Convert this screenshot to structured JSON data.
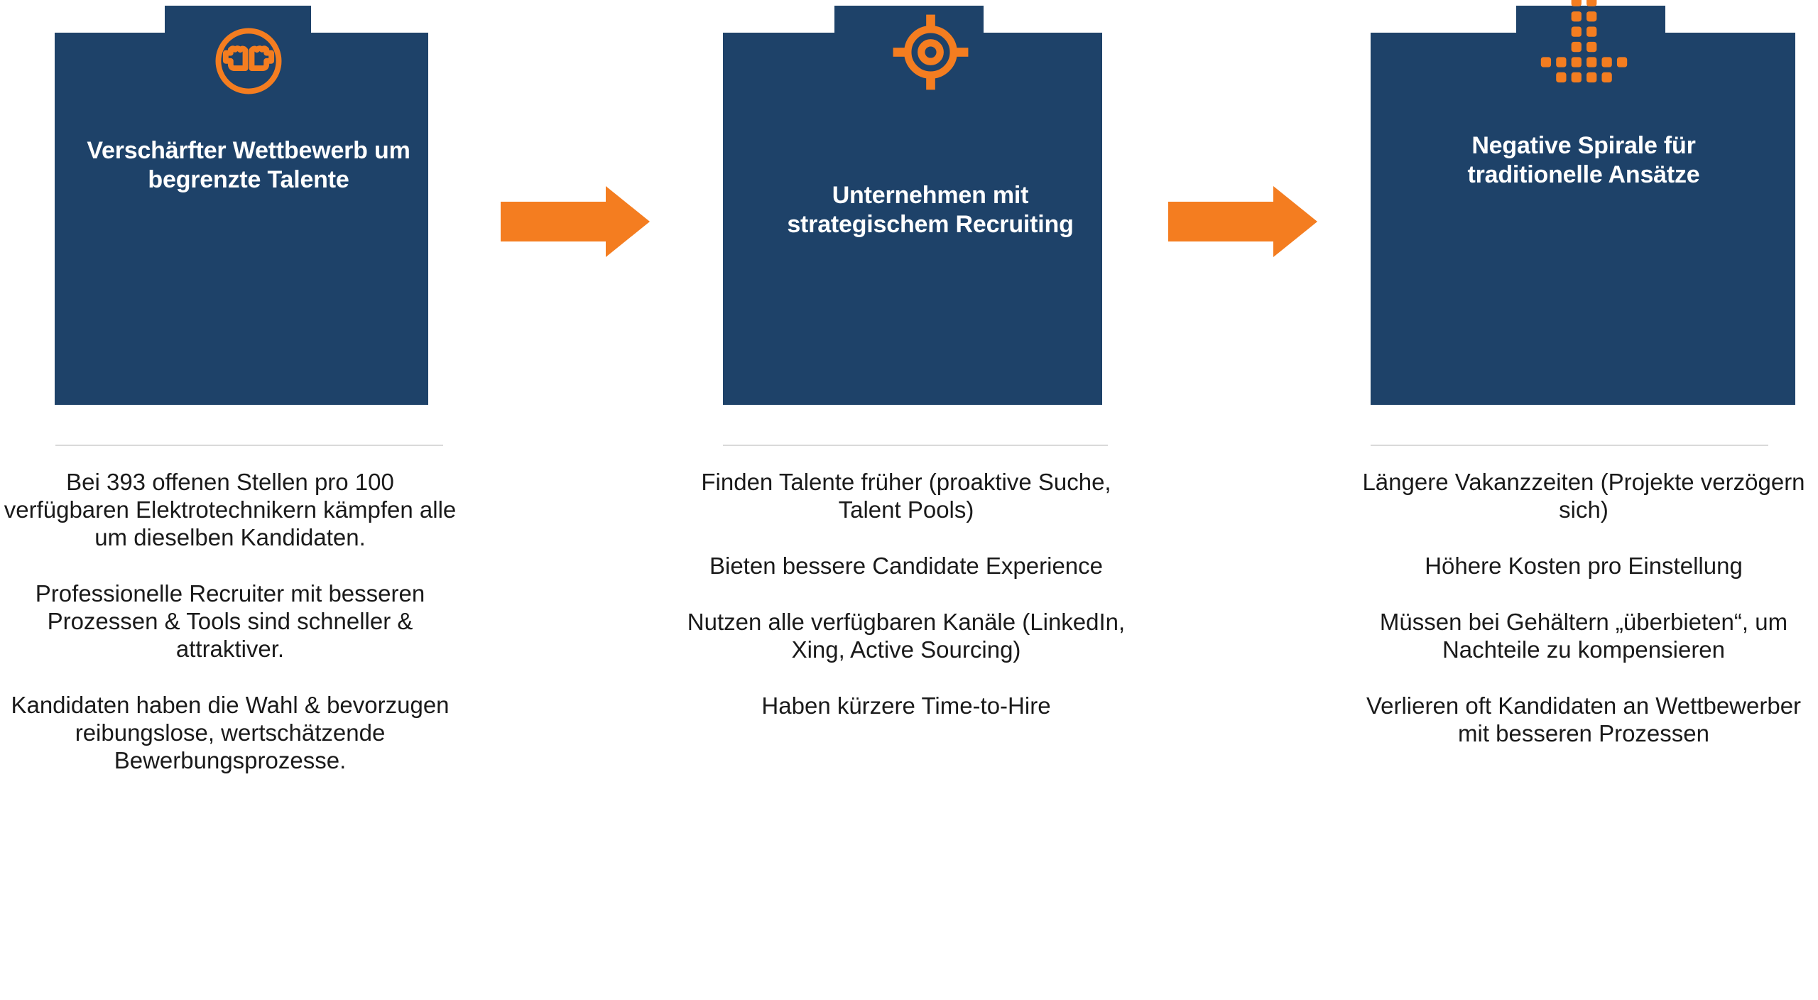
{
  "colors": {
    "navy": "#1e4269",
    "orange": "#f47d20",
    "text": "#1a1a1a",
    "divider": "#d9d9d9",
    "card_text": "#ffffff",
    "background": "#ffffff"
  },
  "diagram": {
    "type": "three-stage-process-flow",
    "direction": "left-to-right",
    "stages": [
      {
        "id": "stage-1",
        "icon": "fist-bump-competition-icon",
        "heading": "Verschärfter Wettbewerb um begrenzte Talente",
        "heading_lines": [
          "Verschärfter",
          "Wettbewerb",
          "um begrenzte",
          "Talente"
        ],
        "bullets": [
          "Bei 393 offenen Stellen pro 100 verfügbaren Elektrotechnikern kämpfen alle um dieselben Kandidaten.",
          "Professionelle Recruiter mit besseren Prozessen & Tools sind schneller & attraktiver.",
          "Kandidaten haben die Wahl & bevorzugen reibungslose, wertschätzende Bewerbungsprozesse."
        ]
      },
      {
        "id": "stage-2",
        "icon": "target-crosshair-icon",
        "heading": "Unternehmen mit strategischem Recruiting",
        "heading_lines": [
          "Unternehmen",
          "mit",
          "strategischem",
          "Recruiting"
        ],
        "bullets": [
          "Finden Talente früher (proaktive Suche, Talent Pools)",
          "Bieten bessere Candidate Experience",
          "Nutzen alle verfügbaren Kanäle (LinkedIn, Xing, Active Sourcing)",
          "Haben kürzere Time-to-Hire"
        ]
      },
      {
        "id": "stage-3",
        "icon": "dotted-down-arrow-icon",
        "heading": "Negative Spirale für traditionelle Ansätze",
        "heading_lines": [
          "Negative",
          "Spirale für",
          "traditionelle",
          "Ansätze"
        ],
        "bullets": [
          "Längere Vakanzzeiten (Projekte verzögern sich)",
          "Höhere Kosten pro Einstellung",
          "Müssen bei Gehältern „überbieten“, um Nachteile zu kompensieren",
          "Verlieren oft Kandidaten an Wettbewerber mit besseren Prozessen"
        ]
      }
    ],
    "connectors": [
      {
        "id": "connector-1",
        "icon": "right-arrow-icon",
        "from": "stage-1",
        "to": "stage-2"
      },
      {
        "id": "connector-2",
        "icon": "right-arrow-icon",
        "from": "stage-2",
        "to": "stage-3"
      }
    ]
  }
}
